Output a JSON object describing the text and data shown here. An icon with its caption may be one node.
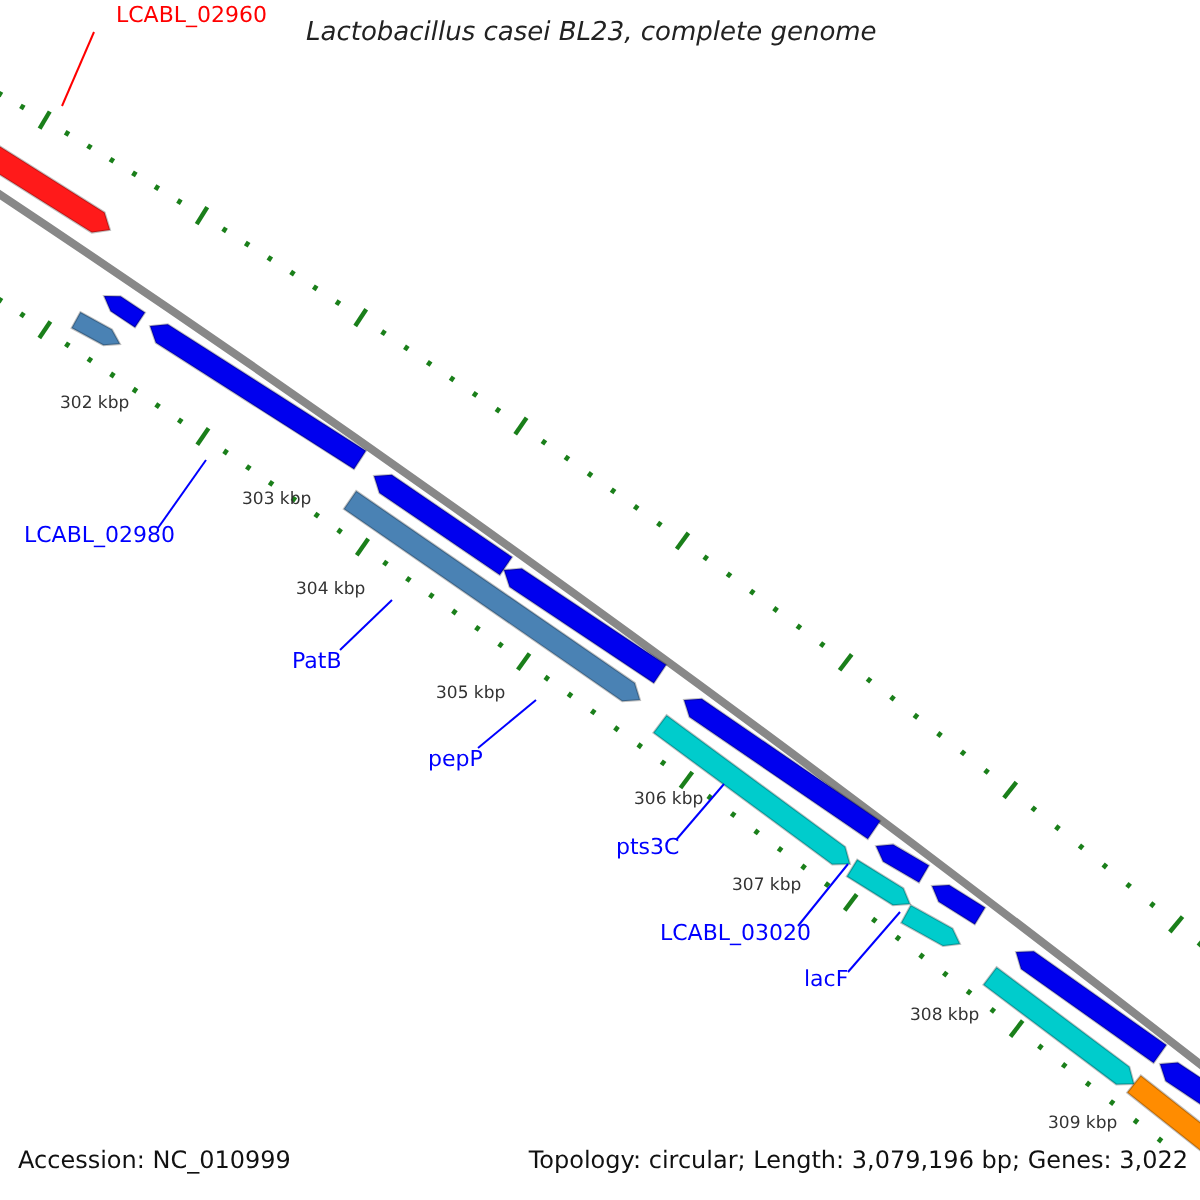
{
  "diagram": {
    "title": "Lactobacillus casei BL23, complete genome",
    "nodes": [
      {
        "text": [
          "LCABL_02960"
        ]
      },
      {
        "text": [
          "LCABL_02980"
        ]
      },
      {
        "text": [
          "PatB"
        ]
      },
      {
        "text": [
          "pepP"
        ]
      },
      {
        "text": [
          "pts3C"
        ]
      },
      {
        "text": [
          "LCABL_03020"
        ]
      },
      {
        "text": [
          "lacF"
        ]
      }
    ],
    "edges": [
      {
        "from": 0,
        "to": null,
        "arrow": "none",
        "color": "#ff0000"
      },
      {
        "from": 1,
        "to": null,
        "arrow": "none"
      },
      {
        "from": 2,
        "to": null,
        "arrow": "none"
      },
      {
        "from": 3,
        "to": null,
        "arrow": "none"
      },
      {
        "from": 4,
        "to": null,
        "arrow": "none"
      },
      {
        "from": 5,
        "to": null,
        "arrow": "none"
      },
      {
        "from": 6,
        "to": null,
        "arrow": "none"
      }
    ],
    "labels": [
      "302 kbp",
      "303 kbp",
      "304 kbp",
      "305 kbp",
      "306 kbp",
      "307 kbp",
      "308 kbp",
      "309 kbp",
      "Accession: NC_010999",
      "Topology: circular; Length: 3,079,196 bp; Genes: 3,022"
    ]
  }
}
